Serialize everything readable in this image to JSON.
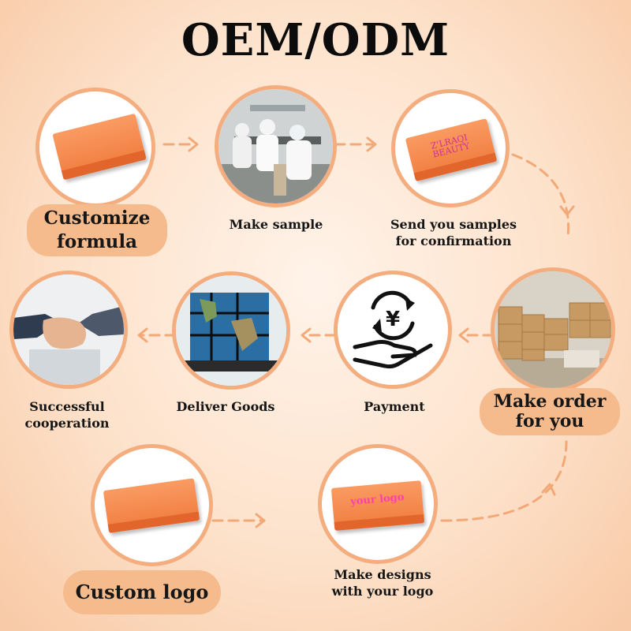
{
  "title": "OEM/ODM",
  "colors": {
    "accent": "#f3ad7f",
    "pill": "#f6bb8c",
    "palette": "#f58a4c",
    "logo_text": "#ff3fb1"
  },
  "steps": [
    {
      "label": "Customize\nformula",
      "image": "orange-palette"
    },
    {
      "label": "Make sample",
      "image": "factory-workers"
    },
    {
      "label": "Send you samples\nfor confirmation",
      "image": "branded-palette",
      "brand": "Z'LRAQI\nBEAUTY"
    },
    {
      "label": "Make order\nfor you",
      "image": "warehouse-boxes"
    },
    {
      "label": "Payment",
      "image": "yen-hand-icon",
      "symbol": "¥"
    },
    {
      "label": "Deliver Goods",
      "image": "globe-cargo"
    },
    {
      "label": "Successful\ncooperation",
      "image": "handshake"
    },
    {
      "label": "Custom logo",
      "image": "orange-palette"
    },
    {
      "label": "Make designs\nwith your logo",
      "image": "logo-palette",
      "logo": "your logo"
    }
  ]
}
